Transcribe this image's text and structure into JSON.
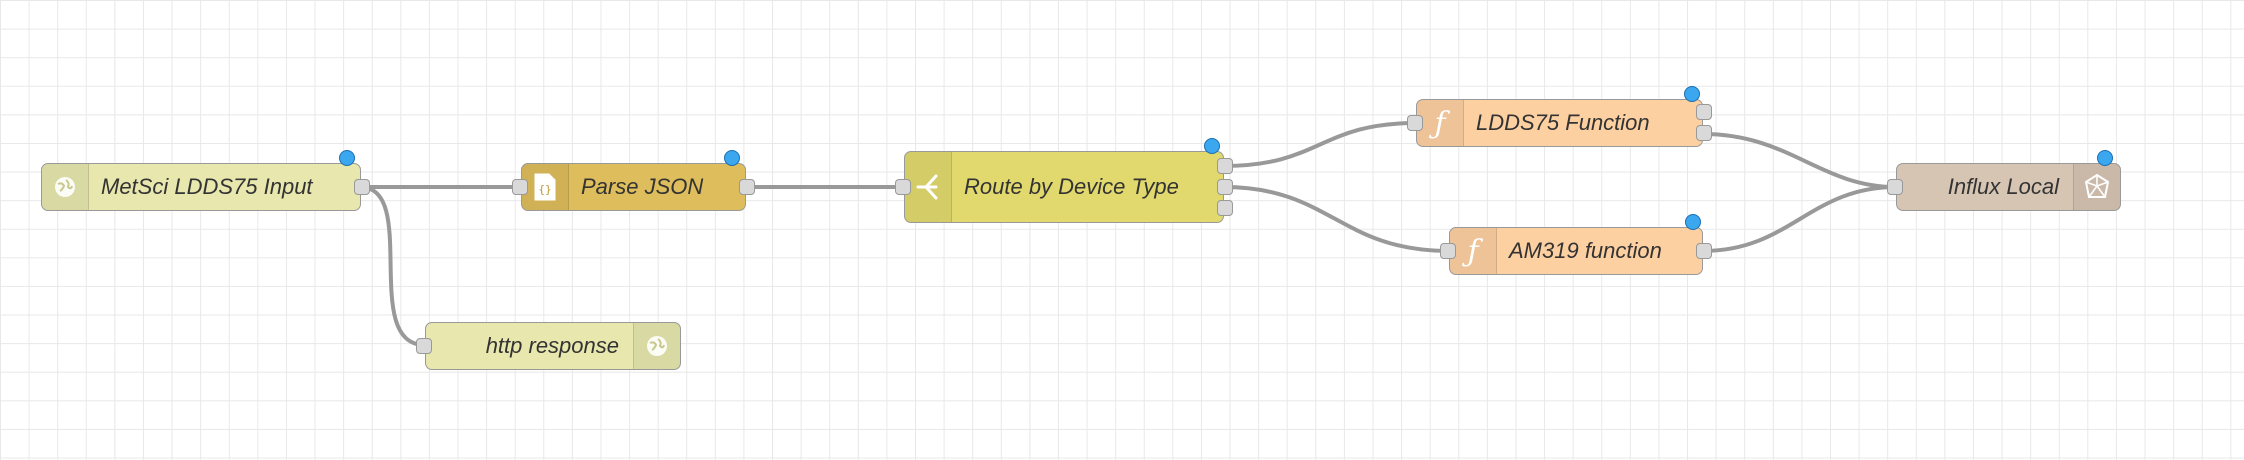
{
  "canvas": {
    "background": "#ffffff",
    "grid_color": "#e8e8e8",
    "wire_color": "#999999"
  },
  "nodes": {
    "metsci_input": {
      "label": "MetSci LDDS75 Input",
      "type": "http in",
      "color": "#e7e7ae",
      "icon": "globe-icon"
    },
    "parse_json": {
      "label": "Parse JSON",
      "type": "json",
      "color": "#debd5c",
      "icon": "json-braces-icon"
    },
    "http_response": {
      "label": "http response",
      "type": "http response",
      "color": "#e7e7ae",
      "icon": "globe-icon"
    },
    "route_by_device": {
      "label": "Route by Device Type",
      "type": "switch",
      "color": "#e2d96e",
      "icon": "switch-branch-icon"
    },
    "ldds75_function": {
      "label": "LDDS75 Function",
      "type": "function",
      "color": "#fdd0a2",
      "icon": "function-icon"
    },
    "am319_function": {
      "label": "AM319 function",
      "type": "function",
      "color": "#fdd0a2",
      "icon": "function-icon"
    },
    "influx_local": {
      "label": "Influx Local",
      "type": "influxdb out",
      "color": "#d7c5b4",
      "icon": "influxdb-icon"
    }
  },
  "changed_indicator_color": "#3aa7ef"
}
